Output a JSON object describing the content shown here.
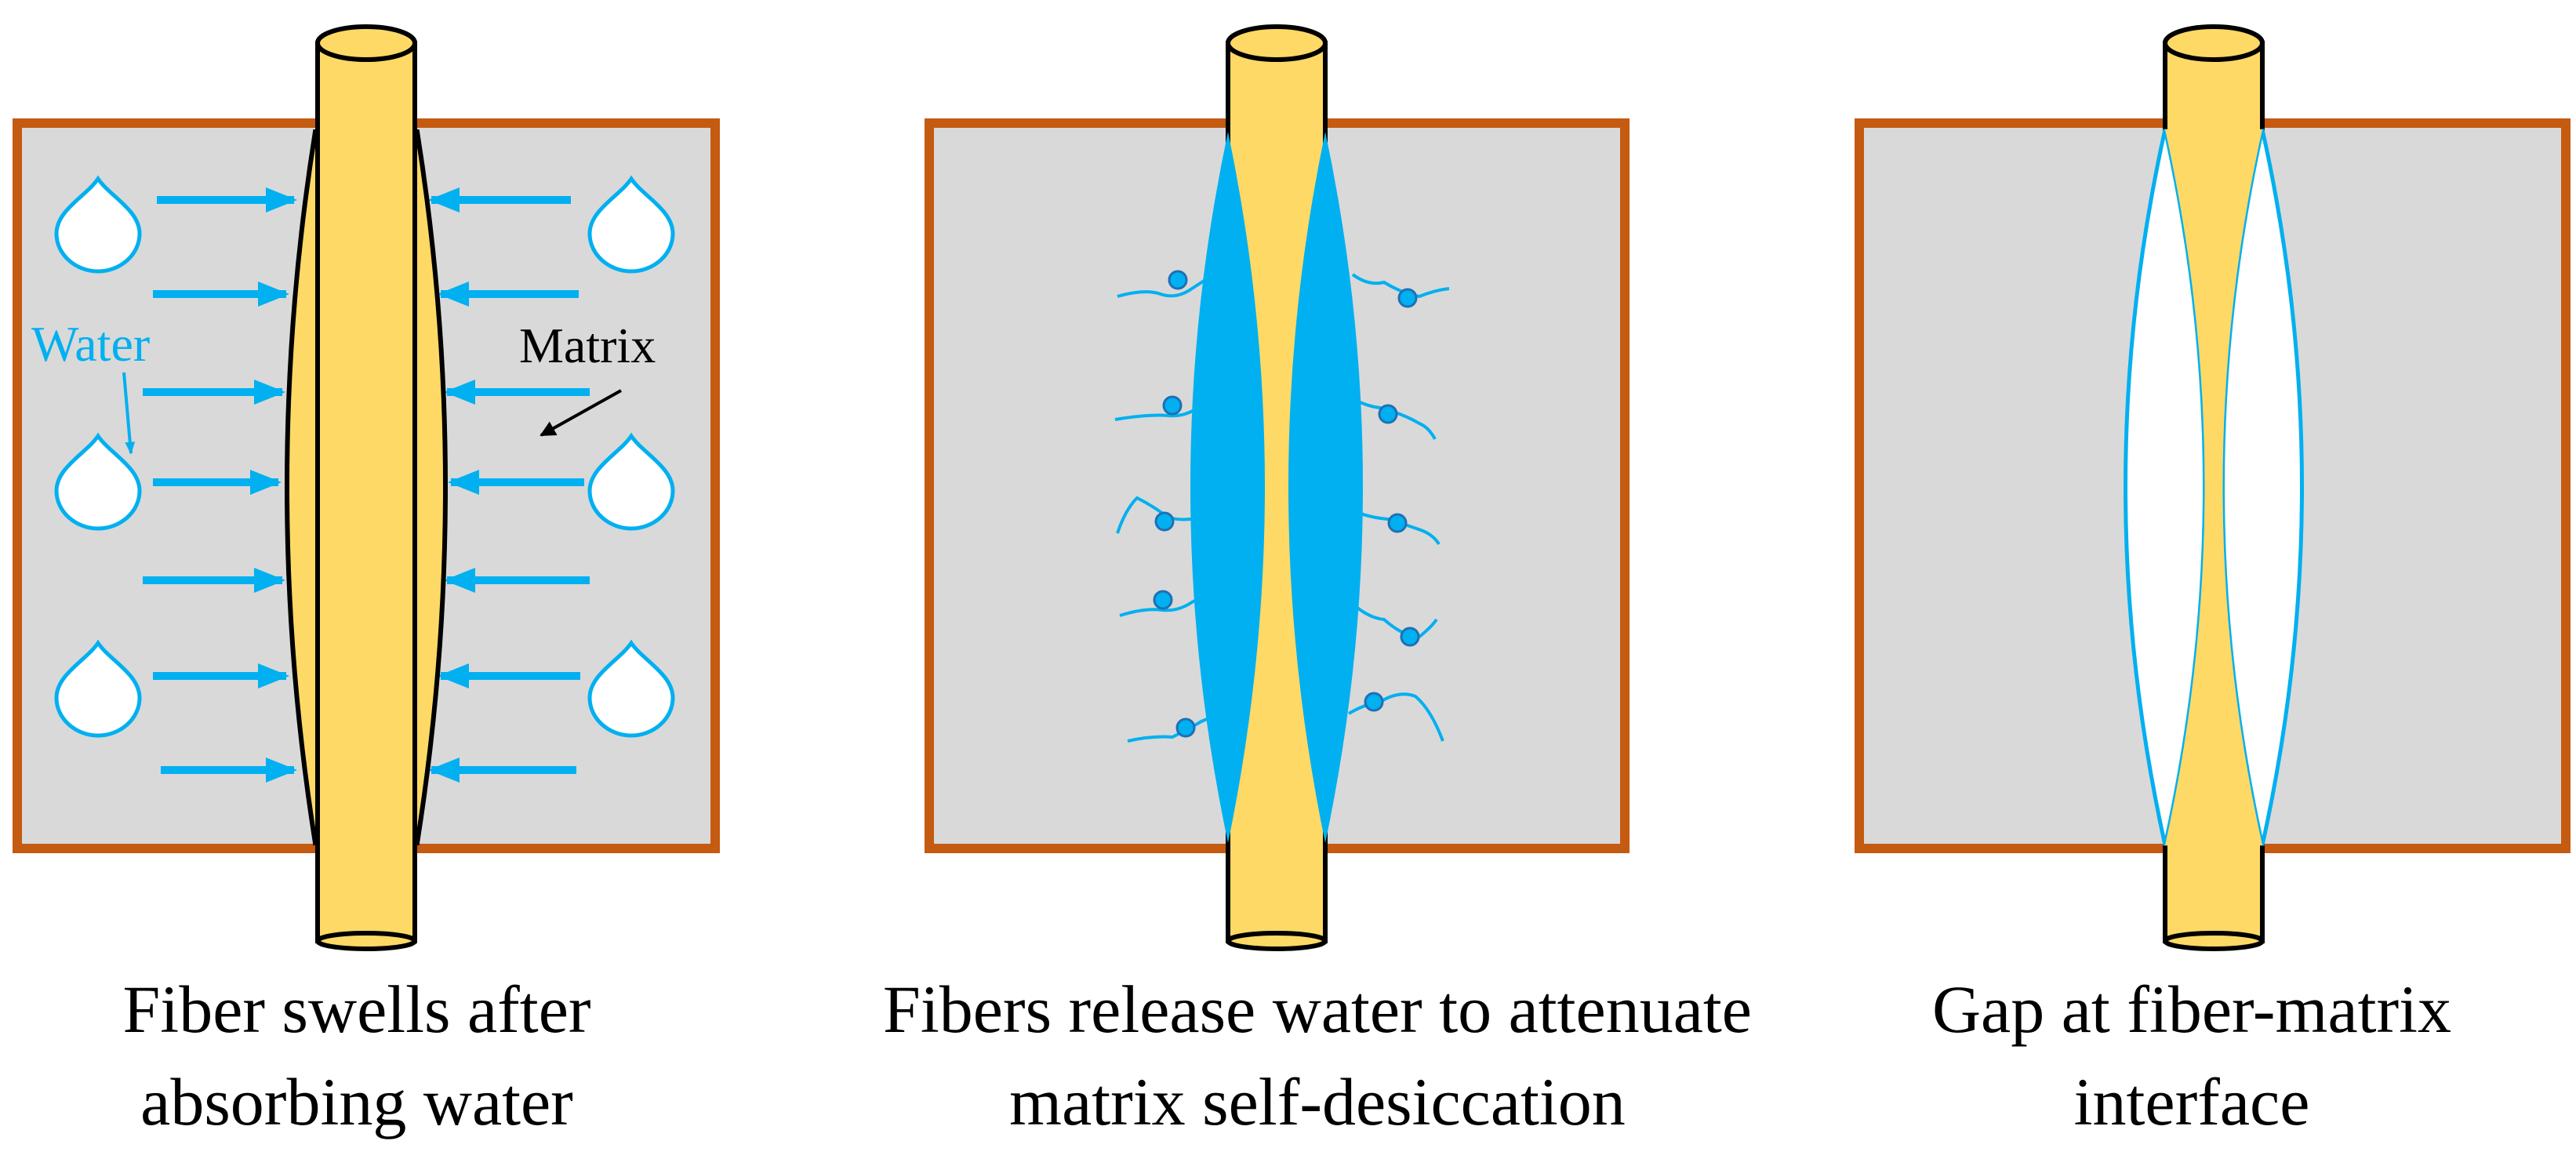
{
  "panels": [
    {
      "caption_line1": "Fiber swells after",
      "caption_line2": "absorbing water",
      "labels": {
        "water": "Water",
        "matrix": "Matrix"
      }
    },
    {
      "caption_line1": "Fibers release water to attenuate",
      "caption_line2": "matrix self-desiccation"
    },
    {
      "caption_line1": "Gap at fiber-matrix",
      "caption_line2": "interface"
    }
  ],
  "colors": {
    "matrix_fill": "#d9d9d9",
    "matrix_border": "#c55a11",
    "fiber_fill": "#ffd966",
    "water": "#00b0f0",
    "outline": "#000000"
  },
  "icons": [
    "water-drop-icon",
    "arrow-right-icon",
    "arrow-left-icon",
    "polymer-chain-icon"
  ]
}
